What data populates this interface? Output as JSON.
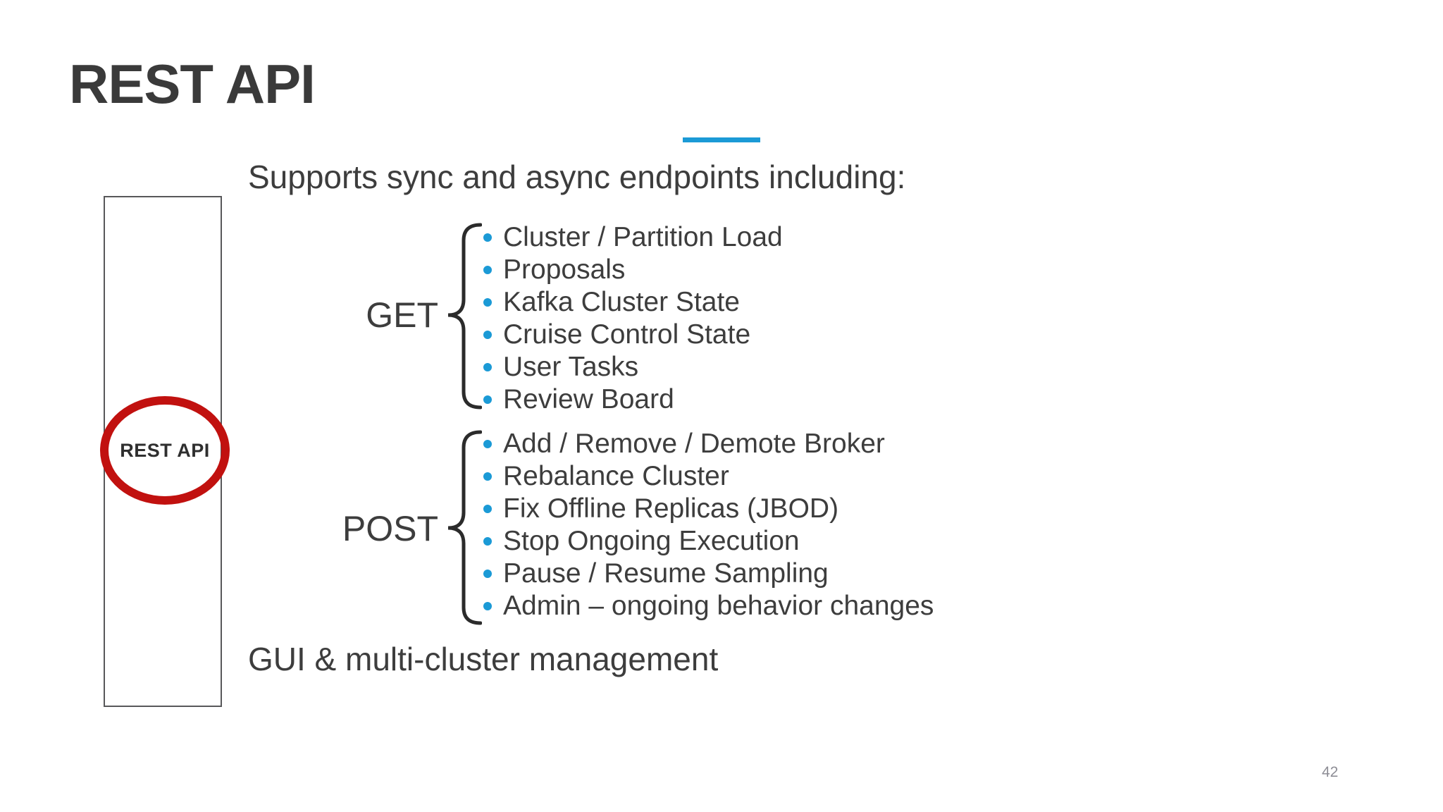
{
  "title": "REST API",
  "heading": "Supports sync and async endpoints including:",
  "box": {
    "label": "REST API"
  },
  "get": {
    "label": "GET",
    "items": [
      "Cluster / Partition Load",
      "Proposals",
      "Kafka Cluster State",
      "Cruise Control State",
      "User Tasks",
      "Review Board"
    ]
  },
  "post": {
    "label": "POST",
    "items": [
      "Add / Remove / Demote Broker",
      "Rebalance Cluster",
      "Fix Offline Replicas (JBOD)",
      "Stop Ongoing Execution",
      "Pause / Resume Sampling",
      "Admin – ongoing behavior changes"
    ]
  },
  "footer": "GUI & multi-cluster management",
  "page_number": "42",
  "colors": {
    "accent": "#1b9ad6",
    "highlight_red": "#c1110f",
    "text": "#3d3d3d"
  }
}
